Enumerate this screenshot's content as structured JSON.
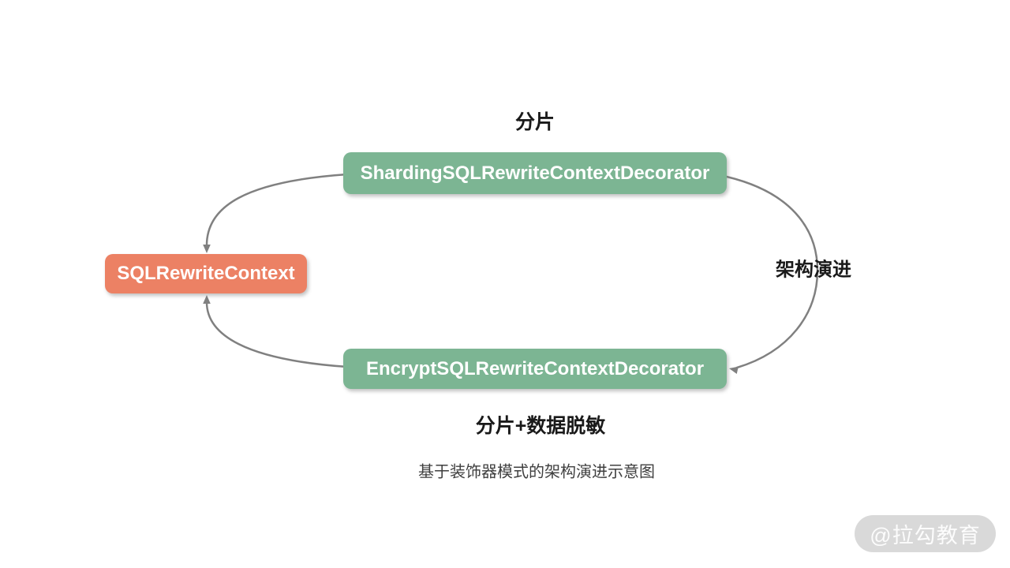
{
  "diagram": {
    "caption": "基于装饰器模式的架构演进示意图",
    "labels": {
      "top": "分片",
      "right": "架构演进",
      "bottom": "分片+数据脱敏"
    },
    "nodes": {
      "sharding": {
        "label": "ShardingSQLRewriteContextDecorator",
        "color": "#7CB593"
      },
      "context": {
        "label": "SQLRewriteContext",
        "color": "#EC8164"
      },
      "encrypt": {
        "label": "EncryptSQLRewriteContextDecorator",
        "color": "#7CB593"
      }
    },
    "edges": [
      {
        "from": "sharding",
        "to": "context",
        "side": "left-top"
      },
      {
        "from": "encrypt",
        "to": "context",
        "side": "left-bottom"
      },
      {
        "from": "sharding",
        "to": "encrypt",
        "side": "right"
      }
    ],
    "watermark": "@拉勾教育",
    "colors": {
      "node_green": "#7CB593",
      "node_orange": "#EC8164",
      "arrow_gray": "#808080",
      "watermark_bg": "#D9D9D9",
      "background": "#FFFFFF"
    }
  }
}
